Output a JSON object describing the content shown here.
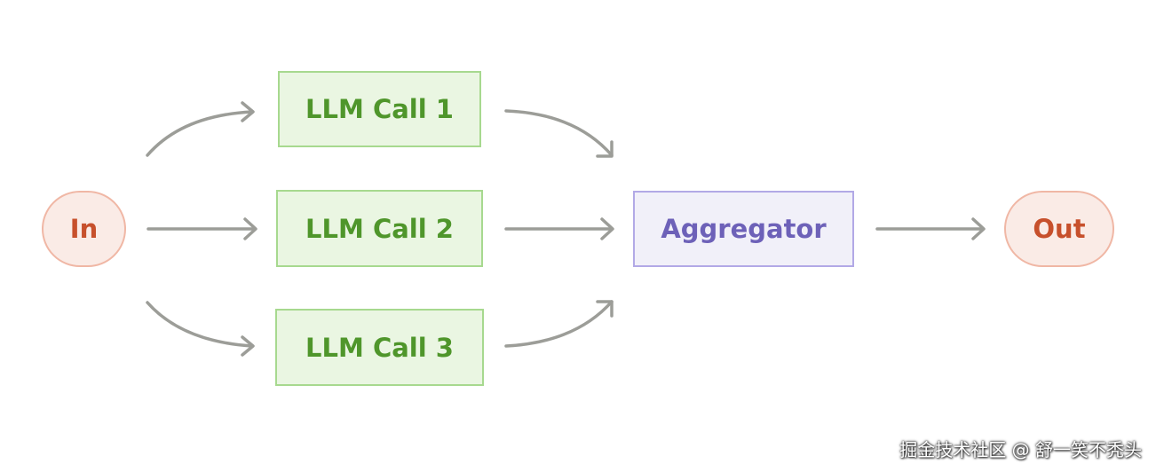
{
  "nodes": {
    "input": "In",
    "llm_call_1": "LLM Call 1",
    "llm_call_2": "LLM Call 2",
    "llm_call_3": "LLM Call 3",
    "aggregator": "Aggregator",
    "output": "Out"
  },
  "watermark": "掘金技术社区 @ 舒一笑不秃头",
  "colors": {
    "arrow": "#9c9d98",
    "io_fill": "#faebe6",
    "io_border": "#f0b7a5",
    "io_text": "#c7502c",
    "llm_fill": "#eaf6e2",
    "llm_border": "#a7d98f",
    "llm_text": "#4f962b",
    "agg_fill": "#f1f0f9",
    "agg_border": "#b2a9e6",
    "agg_text": "#6d61b8"
  }
}
